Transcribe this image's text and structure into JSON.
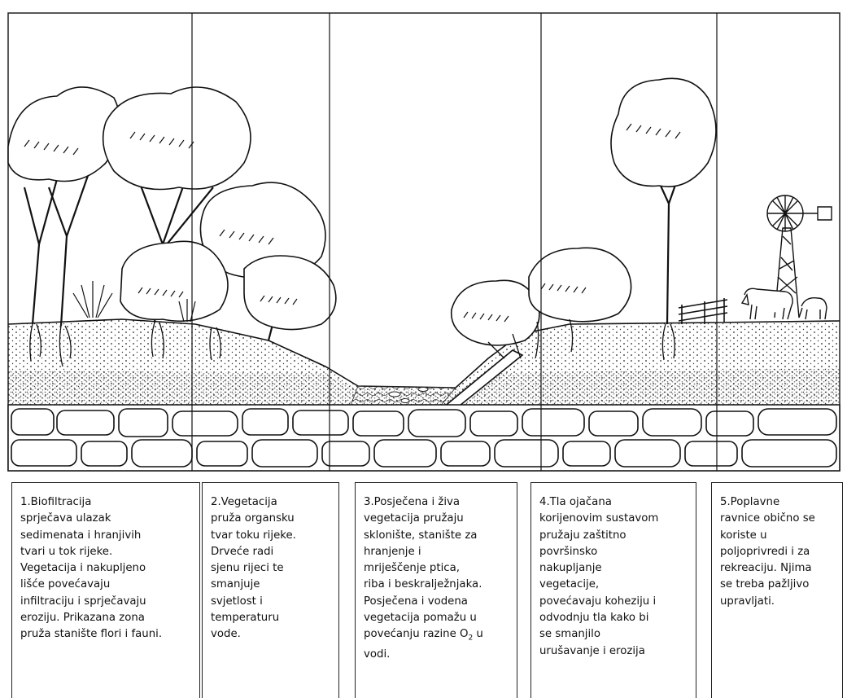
{
  "captions": [
    {
      "id": "zone-1",
      "text": "1.Biofiltracija\nsprječava ulazak\nsedimenata i hranjivih\n tvari u tok rijeke.\nVegetacija i nakupljeno\nlišće povećavaju\ninfiltraciju i sprječavaju\neroziju. Prikazana zona\npruža stanište flori i fauni."
    },
    {
      "id": "zone-2",
      "text": "2.Vegetacija\n pruža organsku\n tvar toku rijeke.\nDrveće radi\nsjenu rijeci te\nsmanjuje\n svjetlost i\ntemperaturu\n vode."
    },
    {
      "id": "zone-3",
      "text_before": "3.Posječena i živa\nvegetacija pružaju\nsklonište, stanište za\nhranjenje i\nmriješčenje ptica,\nriba i beskralježnjaka.\nPosječena i vodena\nvegetacija pomažu u\npovećanju razine O",
      "subscript": "2",
      "text_after": " u\nvodi."
    },
    {
      "id": "zone-4",
      "text": "4.Tla ojačana\nkorijenovim sustavom\npružaju zaštitno\npovršinsko\nnakupljanje\nvegetacije,\npovećavaju koheziju i\nodvodnju tla kako bi\nse smanjilo\nurušavanje i erozija"
    },
    {
      "id": "zone-5",
      "text": "5.Poplavne\nravnice obično se\nkoriste u\npoljoprivredi i za\nrekreaciju. Njima\nse treba pažljivo\nupravljati."
    }
  ]
}
